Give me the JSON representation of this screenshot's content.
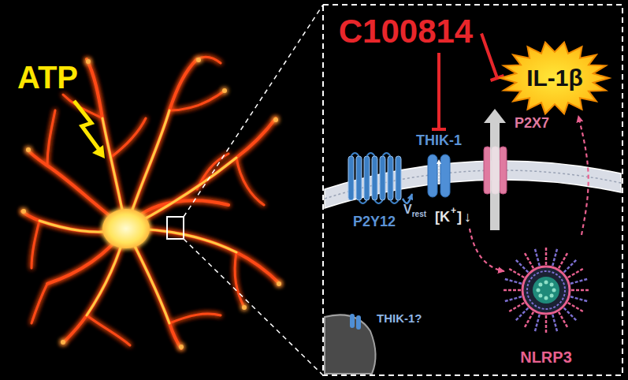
{
  "diagram": {
    "nodes": [
      {
        "text": [
          "C100814"
        ]
      },
      {
        "text": [
          "IL-1β"
        ]
      },
      {
        "text": [
          "THIK-1"
        ]
      },
      {
        "text": [
          "P2X7"
        ]
      },
      {
        "text": [
          "P2Y12"
        ]
      },
      {
        "text": [
          "NLRP3"
        ]
      }
    ],
    "edges": [
      {
        "from": 0,
        "to": 2,
        "arrow": "to"
      },
      {
        "from": 0,
        "to": 1,
        "arrow": "to"
      },
      {
        "from": 4,
        "to": 2,
        "arrow": "to"
      },
      {
        "from": 5,
        "to": 1,
        "arrow": "to"
      }
    ],
    "labels": [
      "ATP",
      "V",
      "rest",
      "[K",
      "+",
      "]",
      "↓",
      "THIK-1?"
    ]
  }
}
